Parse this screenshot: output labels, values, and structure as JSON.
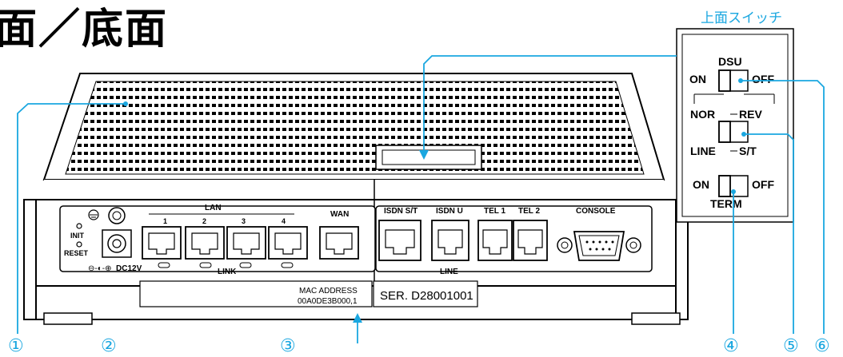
{
  "title": "面／底面",
  "top_switch_caption": "上面スイッチ",
  "switch_panel": {
    "dsu_label": "DSU",
    "on_label": "ON",
    "off_label": "OFF",
    "nor_label": "NOR",
    "rev_label": "REV",
    "line_label": "LINE",
    "st_label": "S/T",
    "term_on_label": "ON",
    "term_off_label": "OFF",
    "term_label": "TERM"
  },
  "rear_panel": {
    "init_label": "INIT",
    "reset_label": "RESET",
    "dc_label": "DC12V",
    "lan_label": "LAN",
    "lan_ports": [
      "1",
      "2",
      "3",
      "4"
    ],
    "link_label": "LINK",
    "wan_label": "WAN",
    "isdn_st_label": "ISDN S/T",
    "isdn_u_label": "ISDN U",
    "line_label": "LINE",
    "tel1_label": "TEL 1",
    "tel2_label": "TEL 2",
    "console_label": "CONSOLE"
  },
  "label_plate": {
    "mac_title": "MAC ADDRESS",
    "mac_value": "00A0DE3B000,1",
    "serial": "SER. D28001001"
  },
  "callouts": [
    "①",
    "②",
    "③",
    "④",
    "⑤",
    "⑥"
  ],
  "colors": {
    "callout": "#1aa7e0",
    "device_outline": "#000000",
    "background": "#ffffff"
  }
}
